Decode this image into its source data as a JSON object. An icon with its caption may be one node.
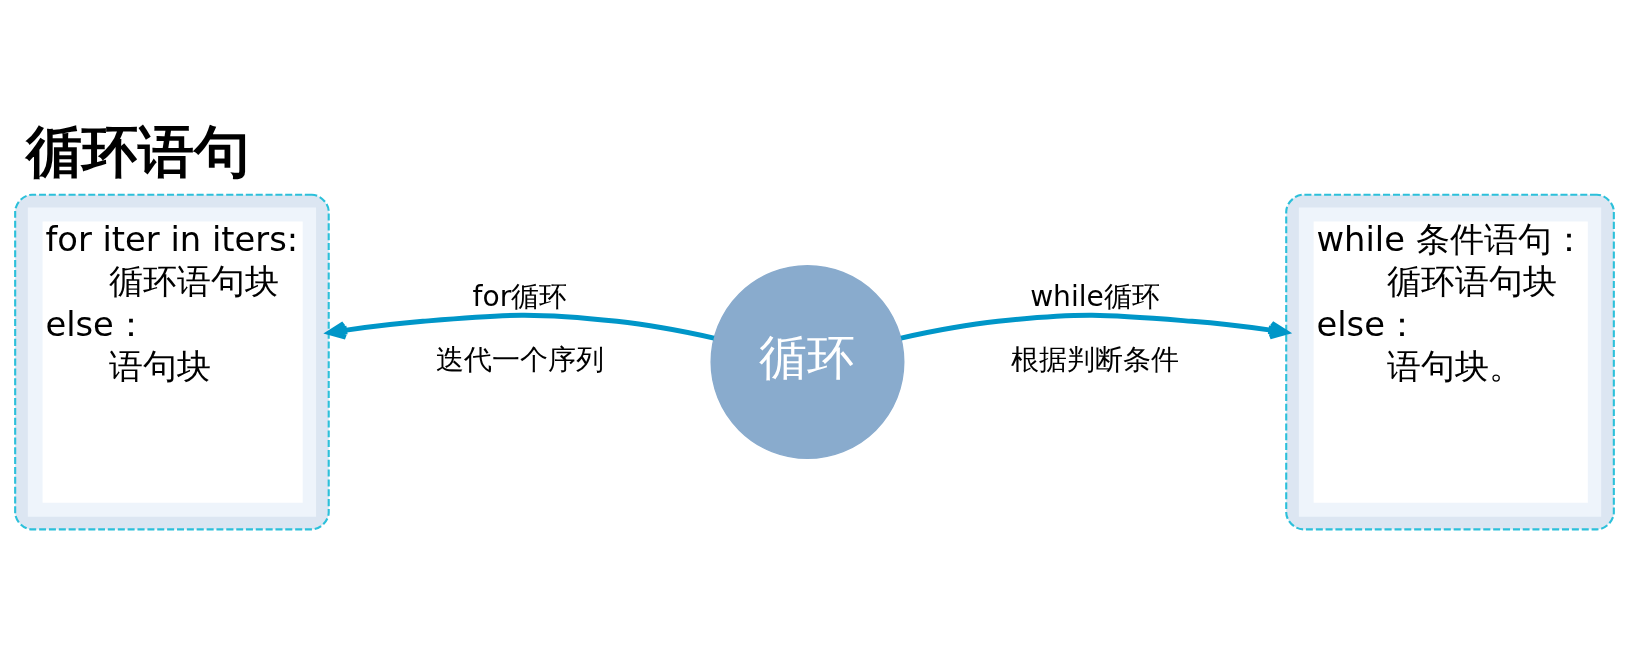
{
  "diagram": {
    "title": "循环语句",
    "nodes": [
      {
        "text": [
          "for iter in iters:",
          "循环语句块",
          "else：",
          "语句块"
        ]
      },
      {
        "text": [
          "循环"
        ]
      },
      {
        "text": [
          "while 条件语句：",
          "循环语句块",
          "else：",
          "语句块。"
        ]
      }
    ],
    "edges": [
      {
        "from": 1,
        "to": 0,
        "arrow": "to",
        "label": "for循环"
      },
      {
        "from": 1,
        "to": 2,
        "arrow": "to",
        "label": "while循环"
      }
    ],
    "labels": [
      "迭代一个序列",
      "根据判断条件"
    ]
  }
}
